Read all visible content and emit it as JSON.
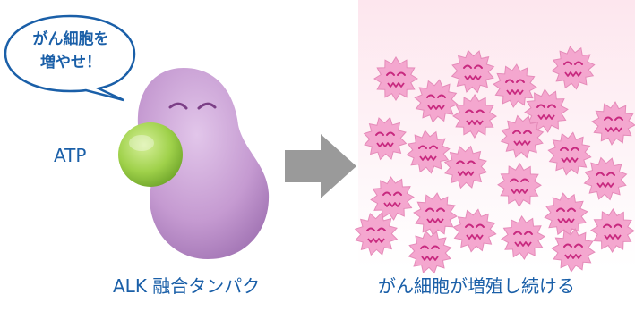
{
  "speech_bubble": {
    "line1": "がん細胞を",
    "line2": "増やせ！"
  },
  "atp_label": "ATP",
  "left_caption": "ALK 融合タンパク",
  "right_caption": "がん細胞が増殖し続ける",
  "colors": {
    "text_blue": "#1a5fa8",
    "protein_purple": "#c79ad0",
    "atp_green": "#9fd14a",
    "arrow_gray": "#9a9a9a",
    "cell_pink": "#f4a7cf",
    "cell_face": "#c8297f"
  }
}
